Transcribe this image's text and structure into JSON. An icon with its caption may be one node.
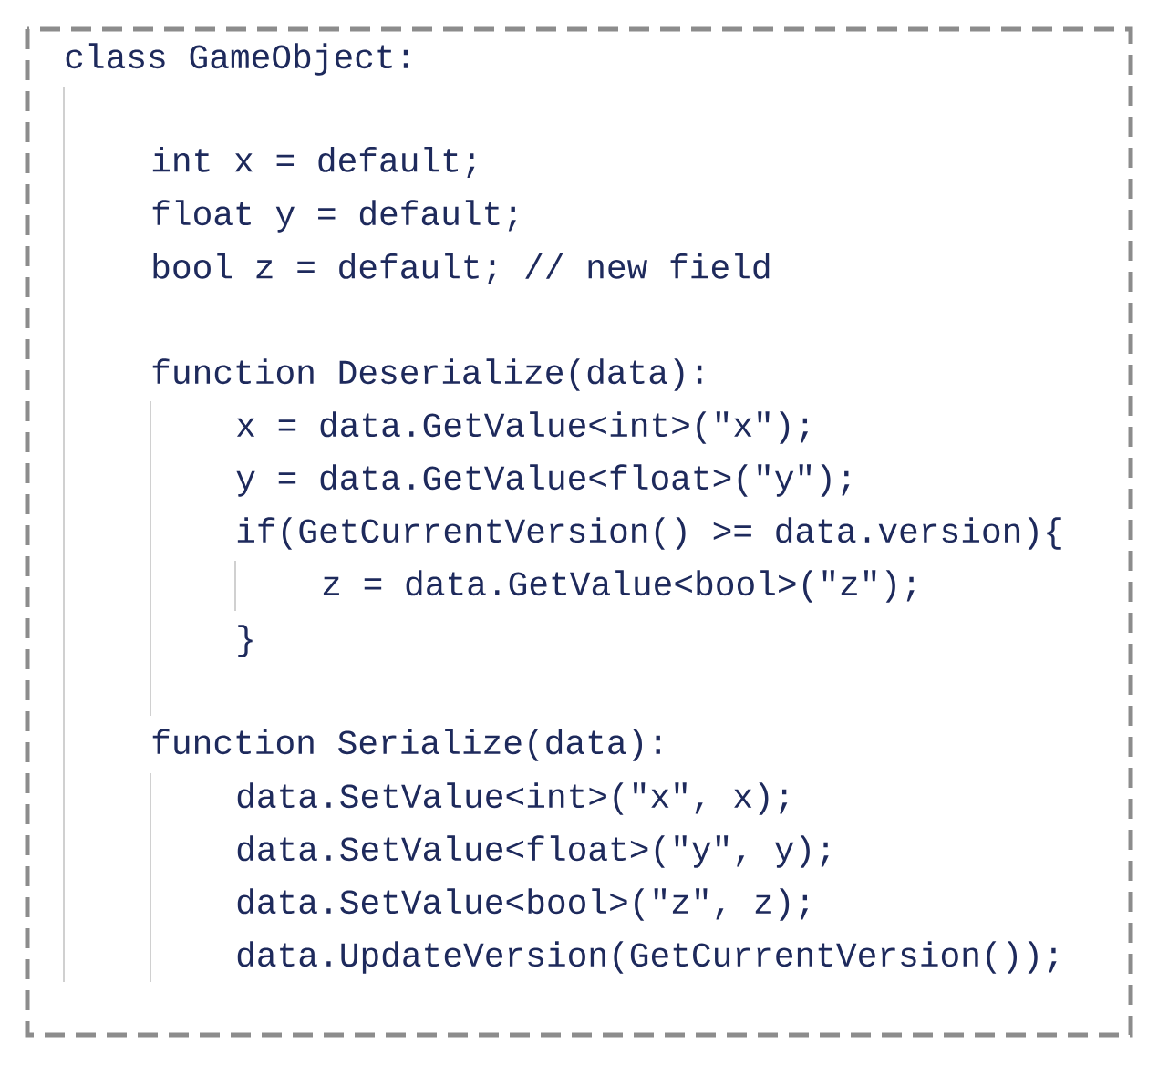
{
  "diagram": {
    "nodes": [
      {
        "text": [
          "class GameObject:",
          "int x = default;",
          "float y = default;",
          "bool z = default; // new field",
          "function Deserialize(data):",
          "x = data.GetValue<int>(\"x\");",
          "y = data.GetValue<float>(\"y\");",
          "if(GetCurrentVersion() >= data.version){",
          "z = data.GetValue<bool>(\"z\");",
          "}",
          "function Serialize(data):",
          "data.SetValue<int>(\"x\", x);",
          "data.SetValue<float>(\"y\", y);",
          "data.SetValue<bool>(\"z\", z);",
          "data.UpdateVersion(GetCurrentVersion());"
        ]
      }
    ]
  }
}
